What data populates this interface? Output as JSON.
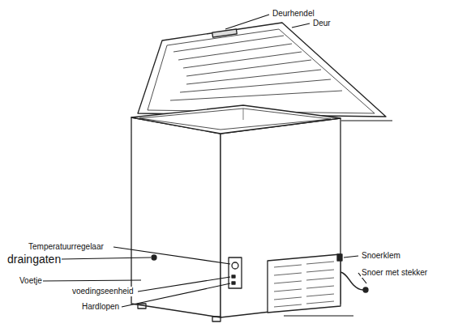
{
  "diagram": {
    "labels": [
      "Deurhendel",
      "Deur",
      "Temperatuurregelaar",
      "draingaten",
      "Voetje",
      "voedingseenheid",
      "Hardlopen",
      "Snoerklem",
      "Snoer met stekker"
    ]
  }
}
